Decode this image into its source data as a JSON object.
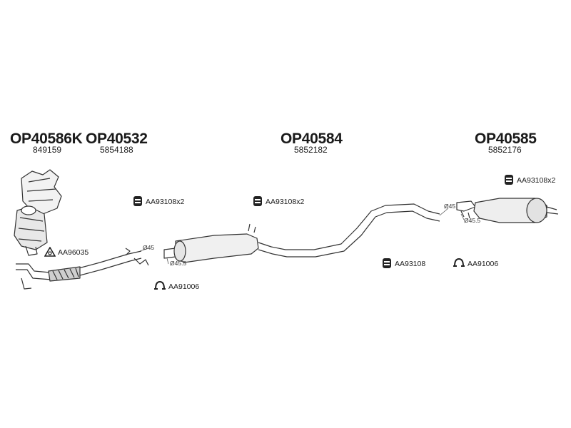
{
  "parts": [
    {
      "code": "OP40586K",
      "number": "849159"
    },
    {
      "code": "OP40532",
      "number": "5854188"
    },
    {
      "code": "OP40584",
      "number": "5852182"
    },
    {
      "code": "OP40585",
      "number": "5852176"
    }
  ],
  "accessories": [
    {
      "label": "AA93108x2",
      "icon": "rubber-mount-icon"
    },
    {
      "label": "AA93108x2",
      "icon": "rubber-mount-icon"
    },
    {
      "label": "AA93108x2",
      "icon": "rubber-mount-icon"
    },
    {
      "label": "AA93108",
      "icon": "rubber-mount-icon"
    },
    {
      "label": "AA96035",
      "icon": "gasket-icon"
    },
    {
      "label": "AA91006",
      "icon": "clamp-ring-icon"
    },
    {
      "label": "AA91006",
      "icon": "clamp-ring-icon"
    }
  ],
  "dimensions": [
    "Ø45",
    "Ø45.5",
    "Ø45",
    "Ø45.5"
  ]
}
